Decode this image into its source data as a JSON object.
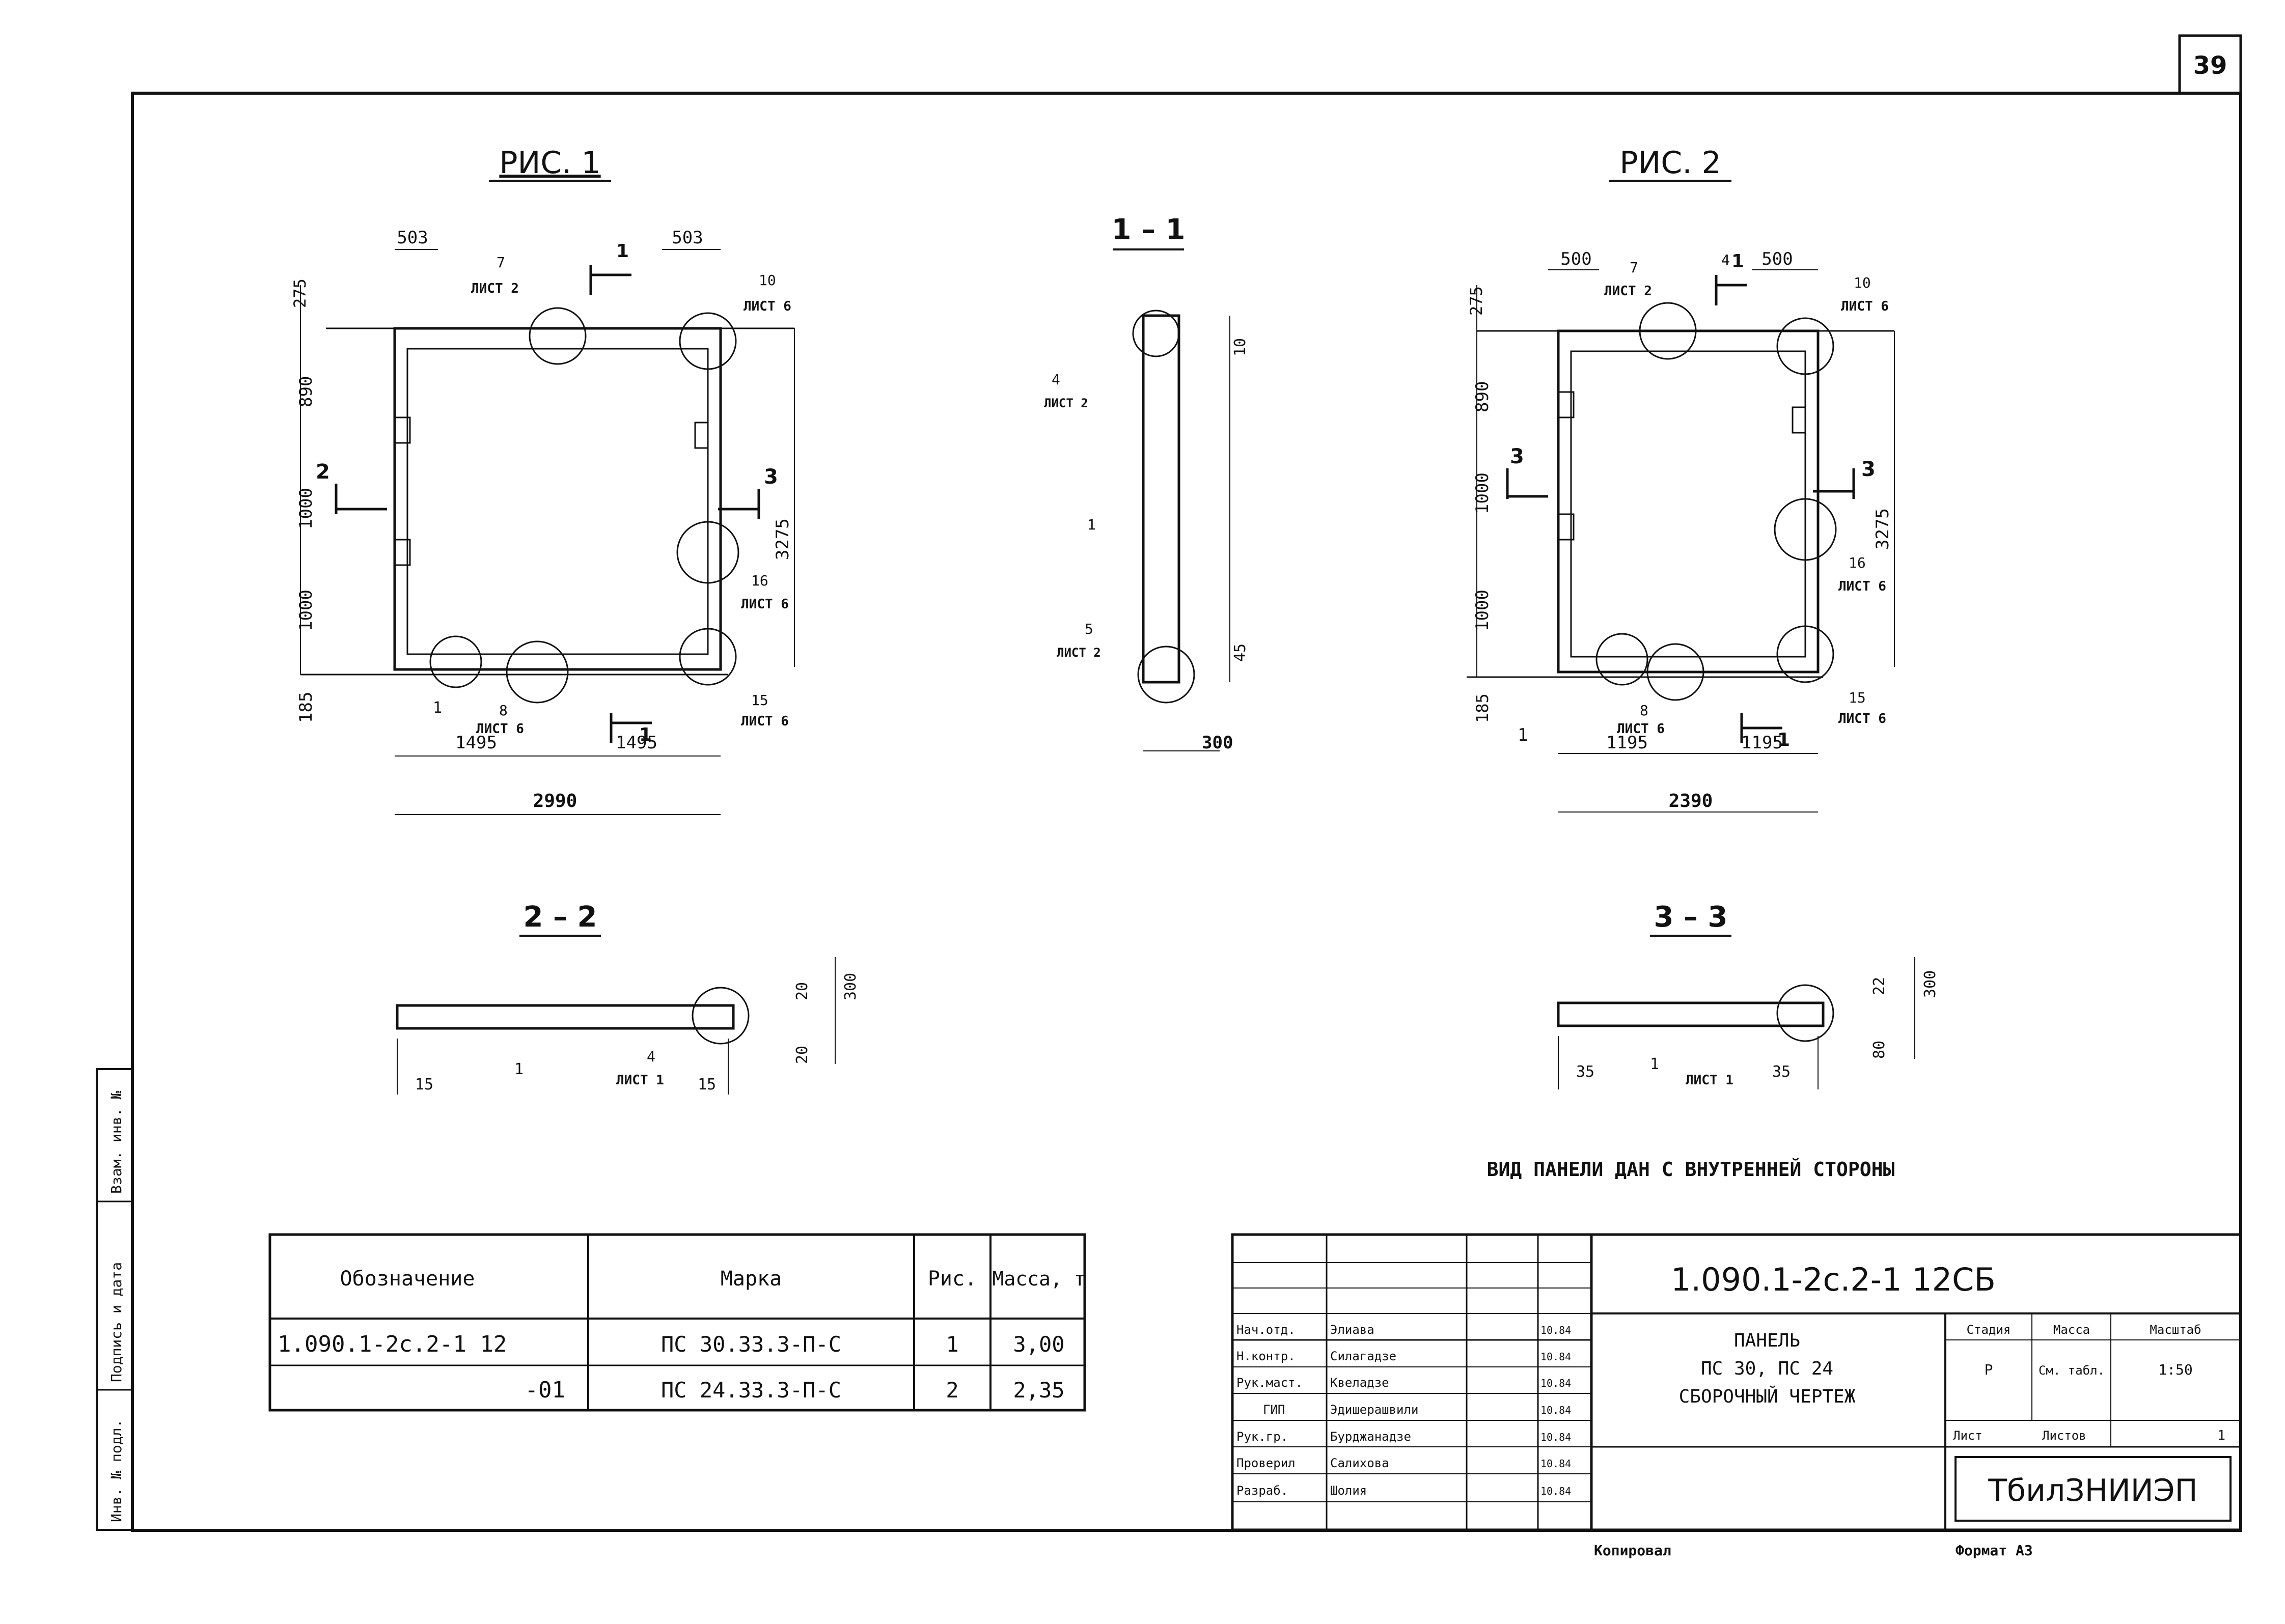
{
  "sheet_number": "39",
  "fig1": {
    "title": "РИС. 1",
    "dims_top": [
      "503",
      "503"
    ],
    "dims_left": [
      "275",
      "890",
      "1000",
      "1000",
      "185"
    ],
    "dim_right": "3275",
    "dims_bottom": [
      "1495",
      "1495"
    ],
    "dim_total": "2990",
    "callouts": [
      "7",
      "ЛИСТ 2",
      "10",
      "ЛИСТ 6",
      "16",
      "ЛИСТ 6",
      "15",
      "ЛИСТ 6",
      "8",
      "ЛИСТ 6",
      "1"
    ],
    "section_marks": [
      "1",
      "1",
      "2",
      "3"
    ]
  },
  "sec11": {
    "title": "1 – 1",
    "callouts": [
      "4",
      "ЛИСТ 2",
      "1",
      "5",
      "ЛИСТ 2"
    ],
    "dims": [
      "10",
      "45",
      "300"
    ]
  },
  "fig2": {
    "title": "РИС. 2",
    "dims_top": [
      "500",
      "500"
    ],
    "dims_left": [
      "275",
      "890",
      "1000",
      "1000",
      "185"
    ],
    "dim_right": "3275",
    "dims_bottom": [
      "1195",
      "1195"
    ],
    "dim_total": "2390",
    "callouts": [
      "7",
      "ЛИСТ 2",
      "4",
      "10",
      "ЛИСТ 6",
      "16",
      "ЛИСТ 6",
      "15",
      "ЛИСТ 6",
      "8",
      "ЛИСТ 6",
      "1"
    ],
    "section_marks": [
      "1",
      "1",
      "3",
      "3"
    ]
  },
  "sec22": {
    "title": "2 – 2",
    "dims": [
      "20",
      "300",
      "20",
      "15",
      "15"
    ],
    "callouts": [
      "1",
      "4",
      "ЛИСТ 1"
    ]
  },
  "sec33": {
    "title": "3 – 3",
    "dims": [
      "22",
      "300",
      "80",
      "35",
      "35"
    ],
    "callouts": [
      "1",
      "ЛИСТ 1"
    ]
  },
  "note": "ВИД ПАНЕЛИ ДАН С ВНУТРЕННЕЙ СТОРОНЫ",
  "spec_table": {
    "headers": [
      "Обозначение",
      "Марка",
      "Рис.",
      "Масса, т"
    ],
    "rows": [
      [
        "1.090.1-2с.2-1 12",
        "ПС 30.33.3-П-С",
        "1",
        "3,00"
      ],
      [
        "-01",
        "ПС 24.33.3-П-С",
        "2",
        "2,35"
      ]
    ]
  },
  "side_stamp": [
    "Инв. № подл.",
    "Подпись и дата",
    "Взам. инв. №"
  ],
  "title_block": {
    "code": "1.090.1-2с.2-1 12СБ",
    "name": [
      "ПАНЕЛЬ",
      "ПС 30, ПС 24",
      "СБОРОЧНЫЙ ЧЕРТЕЖ"
    ],
    "col_headers": [
      "Стадия",
      "Масса",
      "Масштаб"
    ],
    "col_values": [
      "Р",
      "См. табл.",
      "1:50"
    ],
    "sheet_label": "Лист",
    "sheets_label": "Листов",
    "sheets_value": "1",
    "org": "ТбилЗНИИЭП",
    "roles": [
      {
        "role": "Нач.отд.",
        "name": "Элиава",
        "date": "10.84"
      },
      {
        "role": "Н.контр.",
        "name": "Силагадзе",
        "date": "10.84"
      },
      {
        "role": "Рук.маст.",
        "name": "Квеладзе",
        "date": "10.84"
      },
      {
        "role": "ГИП",
        "name": "Эдишерашвили",
        "date": "10.84"
      },
      {
        "role": "Рук.гр.",
        "name": "Бурджанадзе",
        "date": "10.84"
      },
      {
        "role": "Проверил",
        "name": "Салихова",
        "date": "10.84"
      },
      {
        "role": "Разраб.",
        "name": "Шолия",
        "date": "10.84"
      }
    ],
    "copied": "Копировал",
    "format": "Формат А3"
  }
}
